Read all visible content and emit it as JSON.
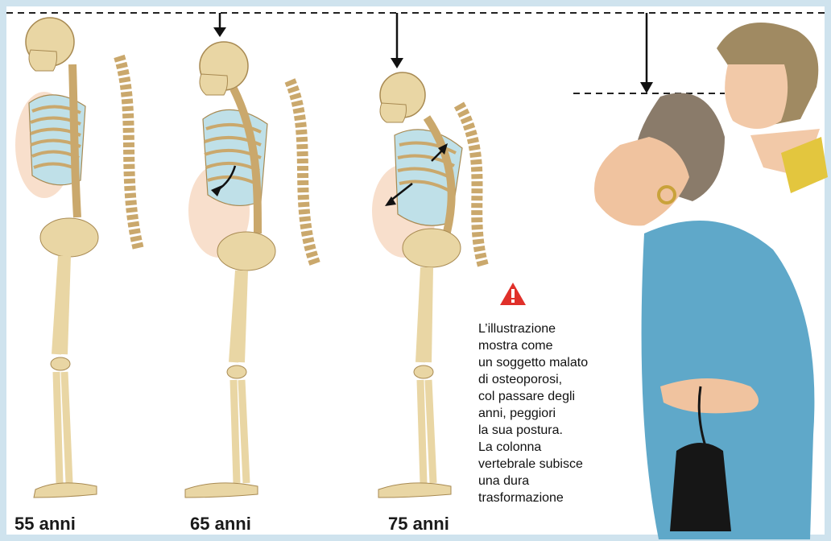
{
  "ages": [
    "55 anni",
    "65 anni",
    "75 anni"
  ],
  "note_lines": [
    "L’illustrazione",
    "mostra come",
    "un soggetto malato",
    "di osteoporosi,",
    "col passare degli",
    "anni, peggiori",
    "la sua postura.",
    "La colonna",
    "vertebrale subisce",
    "una dura",
    "trasformazione"
  ],
  "icons": {
    "warning": "warning-triangle-icon",
    "arrow": "arrow-down-icon"
  },
  "colors": {
    "background": "#cfe3ee",
    "bone": "#e9d6a4",
    "flesh": "#f6d7bf",
    "dress": "#5fa8c9",
    "warning": "#e0302a"
  }
}
